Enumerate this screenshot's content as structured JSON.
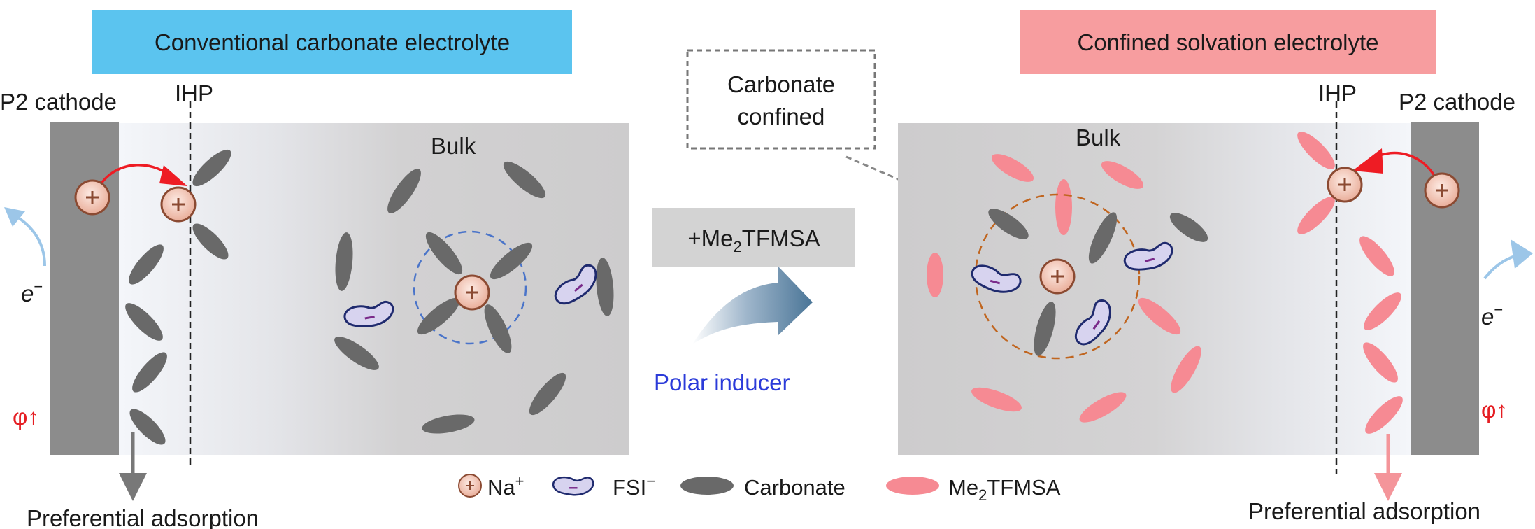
{
  "left_panel": {
    "title": "Conventional carbonate electrolyte",
    "cathode_label": "P2 cathode",
    "ihp_label": "IHP",
    "bulk_label": "Bulk",
    "electron_symbol": "e",
    "electron_sup": "−",
    "potential_label": "φ↑",
    "adsorption_label": "Preferential adsorption"
  },
  "right_panel": {
    "title": "Confined solvation electrolyte",
    "cathode_label": "P2 cathode",
    "ihp_label": "IHP",
    "bulk_label": "Bulk",
    "electron_symbol": "e",
    "electron_sup": "−",
    "potential_label": "φ↑",
    "adsorption_label": "Preferential adsorption"
  },
  "middle": {
    "callout_line1": "Carbonate",
    "callout_line2": "confined",
    "additive_prefix": "+Me",
    "additive_sub": "2",
    "additive_suffix": "TFMSA",
    "inducer_label": "Polar inducer"
  },
  "legend": {
    "na_label": "Na",
    "na_sup": "+",
    "fsi_label": "FSI",
    "fsi_sup": "−",
    "carbonate_label": "Carbonate",
    "me2_prefix": "Me",
    "me2_sub": "2",
    "me2_suffix": "TFMSA"
  },
  "colors": {
    "left_title_bg": "#5bc4ef",
    "right_title_bg": "#f79d9f",
    "cathode": "#8c8c8c",
    "bulk": "#cfcecf",
    "carbonate": "#696969",
    "me2tfmsa": "#f68a93",
    "sodium_ion": "#f3c0b0",
    "fsi_anion": "#d7d3ef",
    "arrow_red": "#ee1c24",
    "arrow_blue": "#9cc6e8",
    "inducer_text": "#2b3bd9",
    "big_arrow": "#4a7597"
  }
}
